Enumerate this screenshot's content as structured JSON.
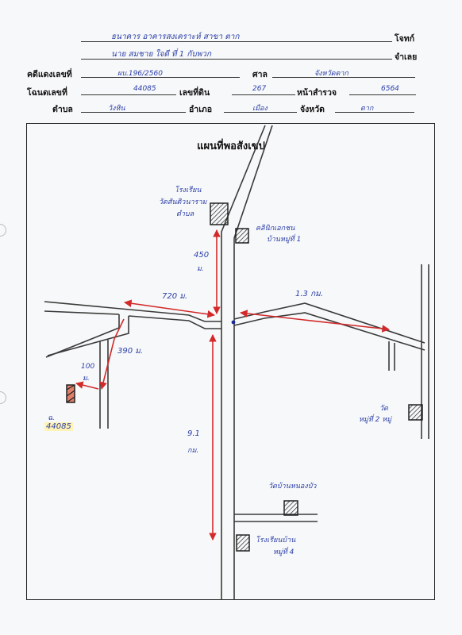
{
  "header": {
    "plaintiff_value": "ธนาคาร อาคารสงเคราะห์ สาขา ตาก",
    "plaintiff_label": "โจทก์",
    "defendant_value": "นาย สมชาย ใจดี ที่ 1 กับพวก",
    "defendant_label": "จำเลย",
    "case_label": "คดีแดงเลขที่",
    "case_value": "ผบ.196/2560",
    "court_label": "ศาล",
    "court_value": "จังหวัดตาก",
    "deed_label": "โฉนดเลขที่",
    "deed_value": "44085",
    "land_no_label": "เลขที่ดิน",
    "land_no_value": "267",
    "survey_label": "หน้าสำรวจ",
    "survey_value": "6564",
    "tambon_label": "ตำบล",
    "tambon_value": "วังหิน",
    "amphoe_label": "อำเภอ",
    "amphoe_value": "เมือง",
    "province_label": "จังหวัด",
    "province_value": "ตาก"
  },
  "map": {
    "title": "แผนที่พอสังเขป",
    "labels": {
      "landmark_school_1": "โรงเรียน",
      "landmark_school_2": "วัดสันติวนาราม",
      "landmark_school_3": "ตำบล",
      "landmark_clinic_1": "คลินิกเอกชน",
      "landmark_clinic_2": "บ้านหมู่ที่ 1",
      "dist_450_1": "450",
      "dist_450_2": "ม.",
      "dist_720": "720 ม.",
      "dist_1_3": "1.3 กม.",
      "dist_390": "390 ม.",
      "dist_100_1": "100",
      "dist_100_2": "ม.",
      "dist_9_1_1": "9.1",
      "dist_9_1_2": "กม.",
      "deed_tag_1": "ฉ.",
      "deed_tag_2": "44085",
      "temple_east_1": "วัด",
      "temple_east_2": "หมู่ที่ 2 หมู่",
      "temple_south_label": "วัดบ้านหนองบัว",
      "village_south_1": "โรงเรียนบ้าน",
      "village_south_2": "หมู่ที่ 4"
    }
  },
  "colors": {
    "road": "#3a3a3a",
    "distance_arrow": "#d22a2a",
    "handwriting": "#2b3fa8",
    "parcel_fill": "#e0806a"
  }
}
